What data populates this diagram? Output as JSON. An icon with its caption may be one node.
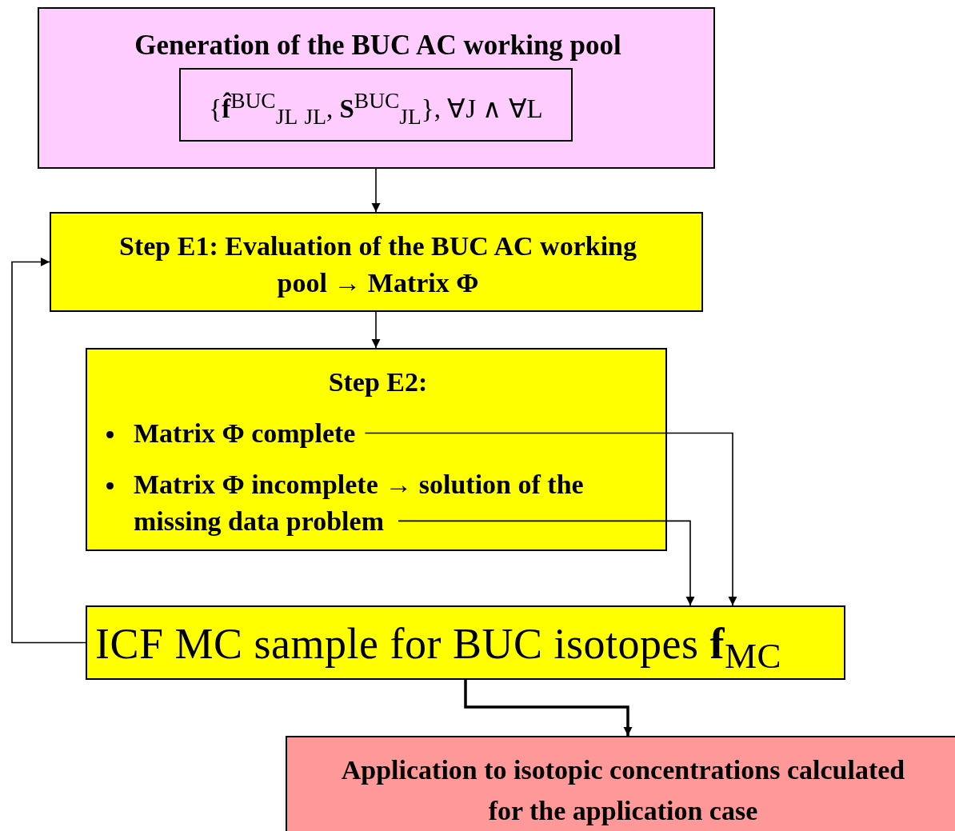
{
  "diagram": {
    "nodes": [
      {
        "text": [
          "Generation of the BUC AC working pool"
        ]
      },
      {
        "text": [
          "{**f̂**$^{BUC}$$_{JL}$ $_{JL}$, **S**$^{BUC}$$_{JL}$}, ∀J ∧ ∀L"
        ],
        "in": 0
      },
      {
        "text": [
          "Step E1: Evaluation of the BUC AC working pool → Matrix Φ"
        ]
      },
      {
        "text": [
          "Step E2:"
        ]
      },
      {
        "text": [
          "Matrix Φ complete"
        ],
        "in": 3
      },
      {
        "text": [
          "Matrix Φ incomplete → solution of the missing data problem"
        ],
        "in": 3
      },
      {
        "text": [
          "ICF MC sample for BUC isotopes **f**$_{MC}$"
        ]
      },
      {
        "text": [
          "Application to isotopic concentrations calculated for the application case"
        ]
      }
    ],
    "edges": [
      {
        "from": 0,
        "to": 2,
        "arrow": "to"
      },
      {
        "from": 2,
        "to": 3,
        "arrow": "to"
      },
      {
        "from": 4,
        "to": 6,
        "arrow": "to"
      },
      {
        "from": 5,
        "to": 6,
        "arrow": "to"
      },
      {
        "from": 6,
        "to": 2,
        "arrow": "to"
      },
      {
        "from": 6,
        "to": 7,
        "arrow": "to",
        "style": "thick"
      }
    ]
  }
}
